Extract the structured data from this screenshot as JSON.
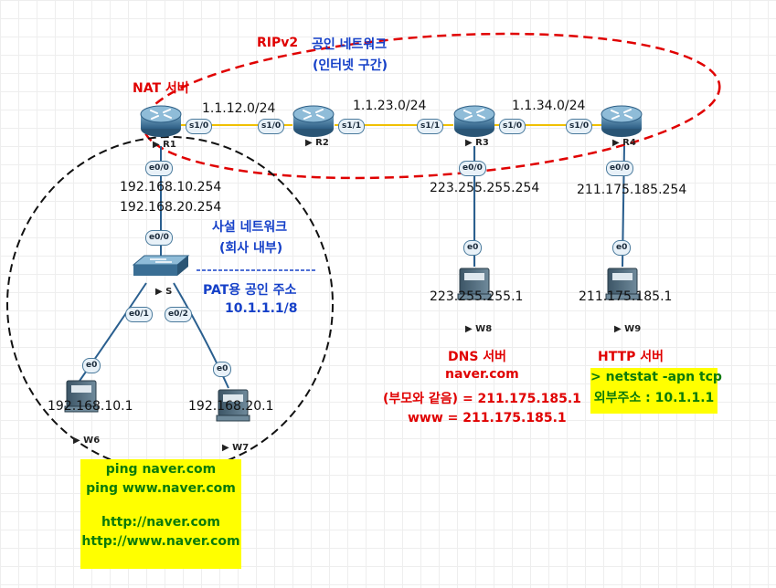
{
  "groups": {
    "ripv2": "RIPv2",
    "public_title": "공인 네트워크",
    "public_sub": "(인터넷 구간)",
    "nat": "NAT 서버",
    "private_title": "사설 네트워크",
    "private_sub": "(회사 내부)",
    "pat_title": "PAT용 공인 주소",
    "pat_addr": "10.1.1.1/8"
  },
  "devices": {
    "r1": "R1",
    "r2": "R2",
    "r3": "R3",
    "r4": "R4",
    "s": "S",
    "w6": "W6",
    "w7": "W7",
    "w8": "W8",
    "w9": "W9"
  },
  "interfaces": {
    "r1_s10": "s1/0",
    "r2_s10": "s1/0",
    "r2_s11": "s1/1",
    "r3_s11": "s1/1",
    "r3_s10": "s1/0",
    "r4_s10": "s1/0",
    "r1_e00": "e0/0",
    "r3_e00": "e0/0",
    "r4_e00": "e0/0",
    "s_e00": "e0/0",
    "s_e01": "e0/1",
    "s_e02": "e0/2",
    "w6_e0": "e0",
    "w7_e0": "e0",
    "w8_e0": "e0",
    "w9_e0": "e0"
  },
  "subnets": {
    "r1r2": "1.1.12.0/24",
    "r2r3": "1.1.23.0/24",
    "r3r4": "1.1.34.0/24"
  },
  "addresses": {
    "r1_a": "192.168.10.254",
    "r1_b": "192.168.20.254",
    "r3": "223.255.255.254",
    "r4": "211.175.185.254",
    "w8": "223.255.255.1",
    "w9": "211.175.185.1",
    "w6": "192.168.10.1",
    "w7": "192.168.20.1"
  },
  "dns": {
    "title": "DNS 서버",
    "domain": "naver.com",
    "parent": "(부모와 같음) = 211.175.185.1",
    "www": "www = 211.175.185.1"
  },
  "http": {
    "title": "HTTP 서버",
    "cmd": "> netstat -apn tcp",
    "ext": "외부주소 : 10.1.1.1"
  },
  "tests": {
    "ping1": "ping naver.com",
    "ping2": "ping www.naver.com",
    "http1": "http://naver.com",
    "http2": "http://www.naver.com"
  },
  "colors": {
    "serial_link": "#f0c000",
    "ethernet_link": "#2a5f8f",
    "ellipse": "#e00000"
  }
}
